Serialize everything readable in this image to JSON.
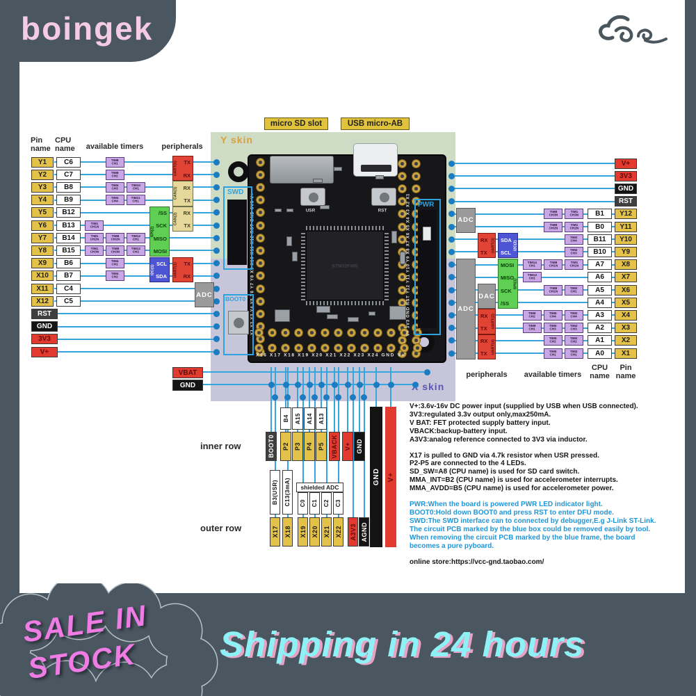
{
  "brand": {
    "logo": "boingek"
  },
  "decor": {
    "cloud_icon": "auspicious-cloud"
  },
  "banner": {
    "stock_text_line1": "SALE IN",
    "stock_text_line2": "STOCK",
    "shipping_text": "Shipping in 24 hours"
  },
  "palette": {
    "frame": "#4a5760",
    "panel": "#ffffff",
    "line_blue": "#36a5dd",
    "dot_blue": "#1b7cc2",
    "pin_yellow": "#e4c249",
    "power_red": "#e23a2e",
    "black_box": "#141414",
    "rst_gray": "#3f3f3f",
    "timer_purple": "#c9a7e6",
    "spi_green": "#5ecf52",
    "i2c_blue": "#4d55d4",
    "can_tan": "#e6d89a",
    "adc_gray": "#9a9a9a",
    "module_frame_blue": "#2aa3e0",
    "y_skin_green": "#cedcc6",
    "x_skin_lavender": "#c6c5da",
    "note_blue": "#2196d6",
    "stock_pink": "#ee7ce4",
    "shipping_cyan": "#8df1f5"
  },
  "diagram": {
    "top_labels": {
      "sd_slot": "micro SD slot",
      "usb": "USB micro-AB"
    },
    "regions": {
      "y_skin": "Y skin",
      "x_skin": "X skin"
    },
    "headers_left": {
      "pin": [
        "Pin",
        "name"
      ],
      "cpu": [
        "CPU",
        "name"
      ],
      "timers": "available timers",
      "peripherals": "peripherals"
    },
    "headers_right": {
      "peripherals": "peripherals",
      "timers": "available timers",
      "cpu": [
        "CPU",
        "name"
      ],
      "pin": [
        "Pin",
        "name"
      ]
    },
    "left_rows": [
      {
        "pin": "Y1",
        "cpu": "C6",
        "type": "pin",
        "timers": [
          {
            "col": 1,
            "t": "TIM8",
            "c": "CH1"
          }
        ]
      },
      {
        "pin": "Y2",
        "cpu": "C7",
        "type": "pin",
        "timers": [
          {
            "col": 1,
            "t": "TIM8",
            "c": "CH2"
          }
        ]
      },
      {
        "pin": "Y3",
        "cpu": "B8",
        "type": "pin",
        "timers": [
          {
            "col": 1,
            "t": "TIM4",
            "c": "CH3"
          },
          {
            "col": 2,
            "t": "TIM10",
            "c": "CH1"
          }
        ]
      },
      {
        "pin": "Y4",
        "cpu": "B9",
        "type": "pin",
        "timers": [
          {
            "col": 1,
            "t": "TIM4",
            "c": "CH4"
          },
          {
            "col": 2,
            "t": "TIM11",
            "c": "CH1"
          }
        ]
      },
      {
        "pin": "Y5",
        "cpu": "B12",
        "type": "pin",
        "timers": []
      },
      {
        "pin": "Y6",
        "cpu": "B13",
        "type": "pin",
        "timers": [
          {
            "col": 0,
            "t": "TIM1",
            "c": "CH1N"
          }
        ]
      },
      {
        "pin": "Y7",
        "cpu": "B14",
        "type": "pin",
        "timers": [
          {
            "col": 0,
            "t": "TIM1",
            "c": "CH2N"
          },
          {
            "col": 1,
            "t": "TIM8",
            "c": "CH2N"
          },
          {
            "col": 2,
            "t": "TIM12",
            "c": "CH1"
          }
        ]
      },
      {
        "pin": "Y8",
        "cpu": "B15",
        "type": "pin",
        "timers": [
          {
            "col": 0,
            "t": "TIM1",
            "c": "CH3N"
          },
          {
            "col": 1,
            "t": "TIM8",
            "c": "CH3N"
          },
          {
            "col": 2,
            "t": "TIM12",
            "c": "CH2"
          }
        ]
      },
      {
        "pin": "X9",
        "cpu": "B6",
        "type": "pin",
        "timers": [
          {
            "col": 1,
            "t": "TIM4",
            "c": "CH1"
          }
        ]
      },
      {
        "pin": "X10",
        "cpu": "B7",
        "type": "pin",
        "timers": [
          {
            "col": 1,
            "t": "TIM4",
            "c": "CH2"
          }
        ]
      },
      {
        "pin": "X11",
        "cpu": "C4",
        "type": "pin",
        "timers": []
      },
      {
        "pin": "X12",
        "cpu": "C5",
        "type": "pin",
        "timers": []
      },
      {
        "pin": "RST",
        "type": "rst",
        "timers": []
      },
      {
        "pin": "GND",
        "type": "gnd",
        "timers": []
      },
      {
        "pin": "3V3",
        "type": "pwr",
        "timers": []
      },
      {
        "pin": "V+",
        "type": "pwr",
        "timers": []
      }
    ],
    "right_rows": [
      {
        "pin": "V+",
        "type": "pwr",
        "timers": []
      },
      {
        "pin": "3V3",
        "type": "pwr",
        "timers": []
      },
      {
        "pin": "GND",
        "type": "gnd",
        "timers": []
      },
      {
        "pin": "RST",
        "type": "rst",
        "timers": []
      },
      {
        "pin": "Y12",
        "cpu": "B1",
        "type": "pin",
        "timers": [
          {
            "col": 1,
            "t": "TIM8",
            "c": "CH3N"
          },
          {
            "col": 2,
            "t": "TIM1",
            "c": "CH3N"
          }
        ]
      },
      {
        "pin": "Y11",
        "cpu": "B0",
        "type": "pin",
        "timers": [
          {
            "col": 1,
            "t": "TIM8",
            "c": "CH2N"
          },
          {
            "col": 2,
            "t": "TIM1",
            "c": "CH2N"
          }
        ]
      },
      {
        "pin": "Y10",
        "cpu": "B11",
        "type": "pin",
        "timers": [
          {
            "col": 2,
            "t": "TIM2",
            "c": "CH4"
          }
        ]
      },
      {
        "pin": "Y9",
        "cpu": "B10",
        "type": "pin",
        "timers": [
          {
            "col": 2,
            "t": "TIM2",
            "c": "CH3"
          }
        ]
      },
      {
        "pin": "X8",
        "cpu": "A7",
        "type": "pin",
        "timers": [
          {
            "col": 0,
            "t": "TIM14",
            "c": "CH1"
          },
          {
            "col": 1,
            "t": "TIM8",
            "c": "CH1N"
          },
          {
            "col": 2,
            "t": "TIM1",
            "c": "CH1N"
          }
        ]
      },
      {
        "pin": "X7",
        "cpu": "A6",
        "type": "pin",
        "timers": [
          {
            "col": 0,
            "t": "TIM13",
            "c": "CH1"
          }
        ]
      },
      {
        "pin": "X6",
        "cpu": "A5",
        "type": "pin",
        "timers": [
          {
            "col": 1,
            "t": "TIM8",
            "c": "CH1N"
          },
          {
            "col": 2,
            "t": "TIM2",
            "c": "CH1"
          }
        ]
      },
      {
        "pin": "X5",
        "cpu": "A4",
        "type": "pin",
        "timers": []
      },
      {
        "pin": "X4",
        "cpu": "A3",
        "type": "pin",
        "timers": [
          {
            "col": 0,
            "t": "TIM9",
            "c": "CH2"
          },
          {
            "col": 1,
            "t": "TIM5",
            "c": "CH4"
          },
          {
            "col": 2,
            "t": "TIM2",
            "c": "CH4"
          }
        ]
      },
      {
        "pin": "X3",
        "cpu": "A2",
        "type": "pin",
        "timers": [
          {
            "col": 0,
            "t": "TIM9",
            "c": "CH1"
          },
          {
            "col": 1,
            "t": "TIM5",
            "c": "CH3"
          },
          {
            "col": 2,
            "t": "TIM2",
            "c": "CH3"
          }
        ]
      },
      {
        "pin": "X2",
        "cpu": "A1",
        "type": "pin",
        "timers": [
          {
            "col": 1,
            "t": "TIM5",
            "c": "CH2"
          },
          {
            "col": 2,
            "t": "TIM2",
            "c": "CH2"
          }
        ]
      },
      {
        "pin": "X1",
        "cpu": "A0",
        "type": "pin",
        "timers": [
          {
            "col": 1,
            "t": "TIM5",
            "c": "CH1"
          },
          {
            "col": 2,
            "t": "TIM2",
            "c": "CH1"
          }
        ]
      }
    ],
    "left_periph": [
      {
        "label": "UART(6)",
        "kind": "uart",
        "rows": [
          0,
          1
        ],
        "items": [
          "TX",
          "RX"
        ],
        "col": "B"
      },
      {
        "label": "CAN(1)",
        "kind": "can",
        "rows": [
          2,
          3
        ],
        "items": [
          "RX",
          "TX"
        ],
        "col": "B"
      },
      {
        "label": "CAN(2)",
        "kind": "can",
        "rows": [
          4,
          5
        ],
        "items": [
          "RX",
          "TX"
        ],
        "col": "B"
      },
      {
        "label": "SPI(2)",
        "kind": "spi",
        "rows": [
          4,
          7
        ],
        "items": [
          "/SS",
          "SCK",
          "MISO",
          "MOSI"
        ],
        "col": "A"
      },
      {
        "label": "I2C(1)",
        "kind": "i2c",
        "rows": [
          8,
          9
        ],
        "items": [
          "SCL",
          "SDA"
        ],
        "col": "A"
      },
      {
        "label": "UART(1)",
        "kind": "uart",
        "rows": [
          8,
          9
        ],
        "items": [
          "TX",
          "RX"
        ],
        "col": "B"
      },
      {
        "label": "ADC",
        "kind": "adc",
        "rows": [
          10,
          11
        ],
        "items": [],
        "col": "C"
      }
    ],
    "right_periph": [
      {
        "label": "ADC",
        "kind": "adc",
        "rows": [
          4,
          5
        ],
        "items": [],
        "col": "A"
      },
      {
        "label": "UART(3)",
        "kind": "uart",
        "rows": [
          6,
          7
        ],
        "items": [
          "RX",
          "TX"
        ],
        "col": "B"
      },
      {
        "label": "I2C(2)",
        "kind": "i2c",
        "rows": [
          6,
          7
        ],
        "items": [
          "SDA",
          "SCL"
        ],
        "col": "C"
      },
      {
        "label": "ADC",
        "kind": "adc",
        "rows": [
          8,
          15
        ],
        "items": [],
        "col": "A"
      },
      {
        "label": "DAC",
        "kind": "dac",
        "rows": [
          10,
          11
        ],
        "items": [],
        "col": "B"
      },
      {
        "label": "SPI(1)",
        "kind": "spi",
        "rows": [
          8,
          11
        ],
        "items": [
          "MOSI",
          "MISO",
          "SCK",
          "/SS"
        ],
        "col": "C"
      },
      {
        "label": "UART(2)",
        "kind": "uart",
        "rows": [
          12,
          13
        ],
        "items": [
          "RX",
          "TX"
        ],
        "col": "B"
      },
      {
        "label": "UART(4)",
        "kind": "uart",
        "rows": [
          14,
          15
        ],
        "items": [
          "RX",
          "TX"
        ],
        "col": "B"
      }
    ],
    "board": {
      "swd": "SWD",
      "pwr": "PWR",
      "boot0": "BOOT0",
      "usr_button": "USR",
      "rst_button": "RST",
      "chip": "STM32F405",
      "bottom_edge_pins": "X16 X17 X18 X19 X20 X21 X22 X23 X24 GND V+",
      "left_edge_pins": "Y1 Y2 Y3 Y4 Y5 Y6 Y7 Y8 X9 X10 X11 X12 RST GND 3V3 V+",
      "right_edge_pins": "V+ 3V3 GND RST Y12 Y11 Y10 Y9 X8 X7 X6 X5 X4 X3 X2 X1"
    },
    "battery_labels": {
      "vbat": "VBAT",
      "gnd": "GND"
    },
    "bottom": {
      "inner_label": "inner row",
      "outer_label": "outer row",
      "inner_cols": [
        {
          "label": "BOOT0",
          "type": "rst"
        },
        {
          "label": "P2",
          "cpu": "B4",
          "type": "pin"
        },
        {
          "label": "P3",
          "cpu": "A15",
          "type": "pin"
        },
        {
          "label": "P4",
          "cpu": "A14",
          "type": "pin"
        },
        {
          "label": "P5",
          "cpu": "A13",
          "type": "pin"
        },
        {
          "label": "VBACK",
          "type": "pwr"
        },
        {
          "label": "V+",
          "type": "pwr"
        },
        {
          "label": "GND",
          "type": "gnd"
        }
      ],
      "outer_cols": [
        {
          "label": "X17",
          "cpu": "B3(USR)",
          "type": "pin"
        },
        {
          "label": "X18",
          "cpu": "C13(3mA)",
          "type": "pin"
        },
        {
          "label": "X19",
          "cpu": "C0",
          "type": "pin"
        },
        {
          "label": "X20",
          "cpu": "C1",
          "type": "pin"
        },
        {
          "label": "X21",
          "cpu": "C2",
          "type": "pin"
        },
        {
          "label": "X22",
          "cpu": "C3",
          "type": "pin"
        },
        {
          "label": "A3V3",
          "type": "pwr"
        },
        {
          "label": "AGND",
          "type": "gnd"
        }
      ],
      "shielded_adc": "shielded ADC",
      "gnd_bar": "GND",
      "vplus_bar": "V+"
    }
  },
  "notes": {
    "power": [
      "V+:3.6v-16v DC power input  (supplied by USB when USB connected).",
      "3V3:regulated 3.3v output only,max250mA.",
      "V BAT: FET protected supply battery input.",
      "VBACK:backup-battery input.",
      "A3V3:analog reference connected to 3V3 via inductor."
    ],
    "pins": [
      "X17 is pulled to GND via 4.7k resistor when USR pressed.",
      "P2-P5 are connected to the 4 LEDs.",
      "SD_SW=A8 (CPU name)  is used for SD card switch.",
      "MMA_INT=B2 (CPU name)  is used for accelerometer interrupts.",
      "MMA_AVDD=B5  (CPU name) is used for accelerometer power."
    ],
    "blue": [
      "PWR:When the board is powered PWR LED indicator light.",
      "BOOT0:Hold down BOOT0 and press RST to enter DFU mode.",
      "SWD:The SWD interface can to connected by debugger,E.g J-Link ST-Link.",
      "The circuit PCB marked by the blue box could be removed easily by tool.",
      "When removing the circuit PCB marked by the blue frame, the board",
      "becomes a pure pyboard."
    ],
    "store": "online store:https://vcc-gnd.taobao.com/"
  }
}
